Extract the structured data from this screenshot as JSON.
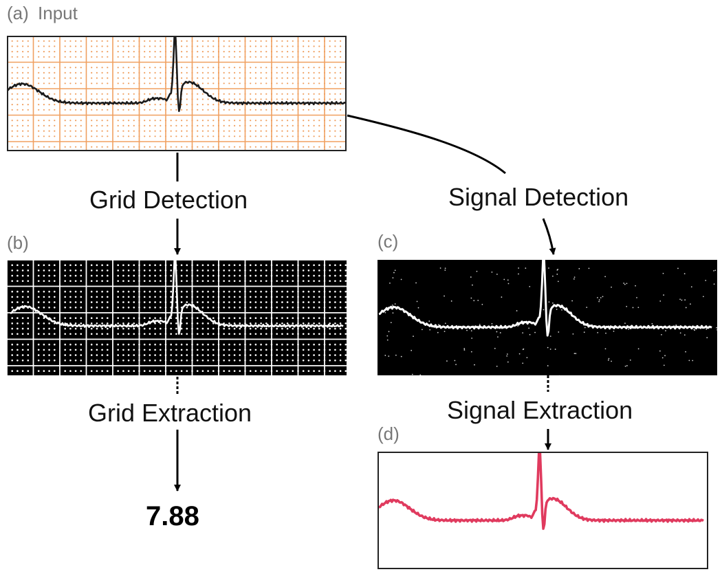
{
  "labels": {
    "a": "(a)",
    "a_title": "Input",
    "b": "(b)",
    "c": "(c)",
    "d": "(d)"
  },
  "steps": {
    "grid_detection": "Grid Detection",
    "signal_detection": "Signal Detection",
    "grid_extraction": "Grid Extraction",
    "signal_extraction": "Signal Extraction"
  },
  "result": "7.88",
  "colors": {
    "grid_orange": "#f0a060",
    "trace_black": "#1a1a1a",
    "panel_black": "#000000",
    "trace_white": "#ffffff",
    "trace_red": "#e03a5e",
    "arrow": "#000000"
  },
  "signal_shape": "ecg-single-beat"
}
